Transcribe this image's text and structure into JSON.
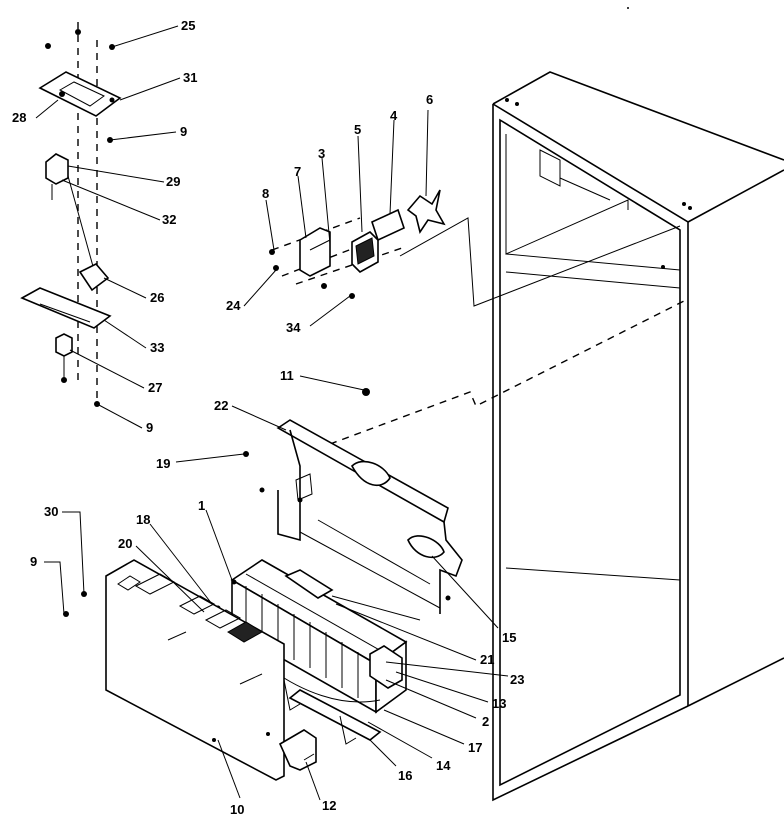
{
  "diagram": {
    "callouts": {
      "c1": "1",
      "c2": "2",
      "c3": "3",
      "c4": "4",
      "c5": "5",
      "c6": "6",
      "c7": "7",
      "c8": "8",
      "c9a": "9",
      "c9b": "9",
      "c9c": "9",
      "c10": "10",
      "c11": "11",
      "c12": "12",
      "c13": "13",
      "c14": "14",
      "c15": "15",
      "c16": "16",
      "c17": "17",
      "c18": "18",
      "c19": "19",
      "c20": "20",
      "c21": "21",
      "c22": "22",
      "c23": "23",
      "c24": "24",
      "c25": "25",
      "c26": "26",
      "c27": "27",
      "c28": "28",
      "c29": "29",
      "c30": "30",
      "c31": "31",
      "c32": "32",
      "c33": "33",
      "c34": "34"
    }
  }
}
